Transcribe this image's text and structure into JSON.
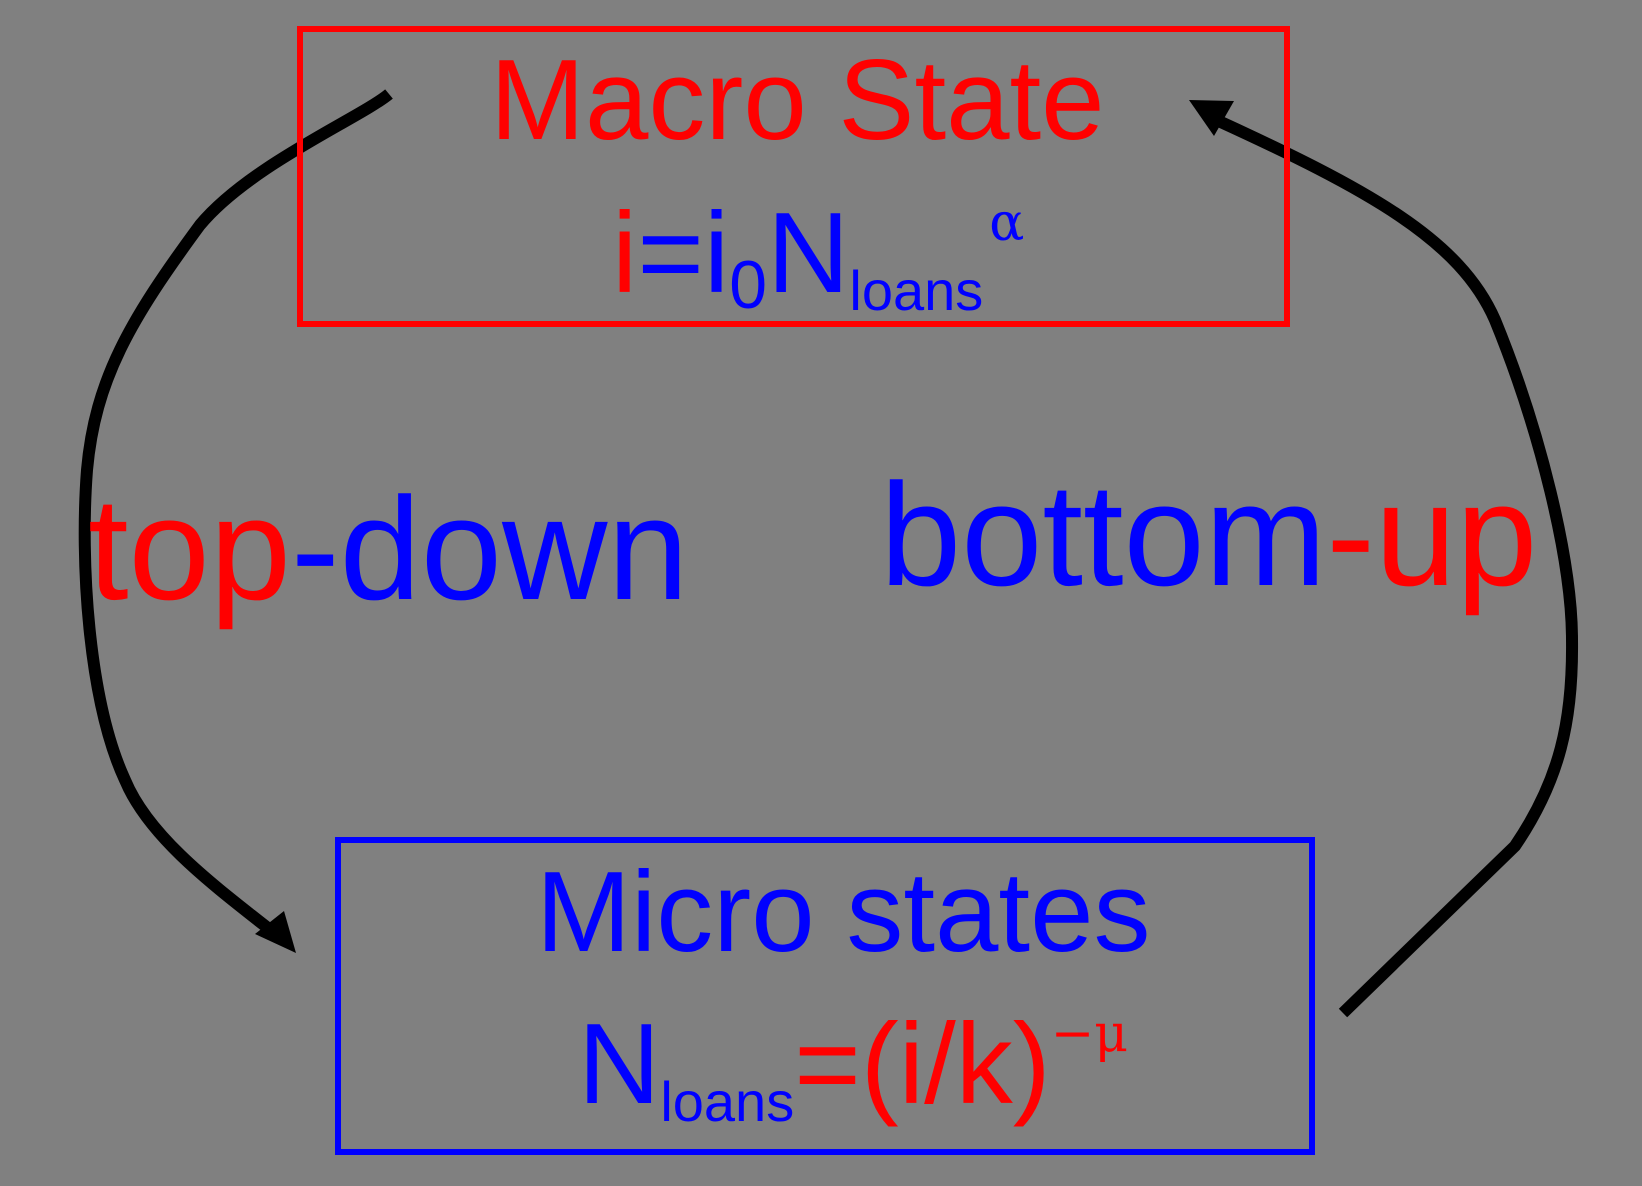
{
  "diagram": {
    "background_color": "#808080",
    "colors": {
      "macro": "#ff0000",
      "micro": "#0000ff",
      "arrow": "#000000"
    },
    "macro_box": {
      "title": "Macro State",
      "formula": {
        "lhs": "i",
        "equals": "=",
        "coef": "i",
        "coef_sub": "0",
        "var": "N",
        "var_sub": "loans",
        "exponent": "α"
      }
    },
    "micro_box": {
      "title": "Micro states",
      "formula": {
        "var": "N",
        "var_sub": "loans",
        "equals": "=",
        "rhs": "(i/k)",
        "exponent_sign": "−",
        "exponent": "μ"
      }
    },
    "labels": {
      "top_down": {
        "part1": "top",
        "hyphen": "-",
        "part2": "down"
      },
      "bottom_up": {
        "part1": "bottom",
        "hyphen": "-",
        "part2": "up"
      }
    },
    "arrows": [
      {
        "name": "top-down",
        "from": "Macro State",
        "to": "Micro states",
        "side": "left"
      },
      {
        "name": "bottom-up",
        "from": "Micro states",
        "to": "Macro State",
        "side": "right"
      }
    ]
  }
}
